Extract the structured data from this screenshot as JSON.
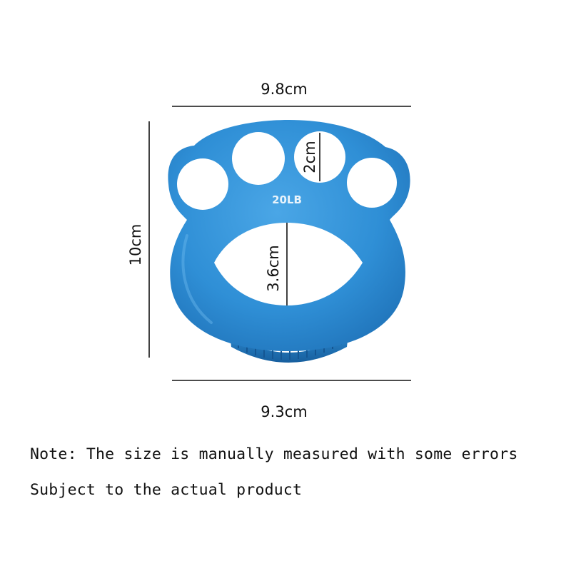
{
  "product": {
    "name": "hand grip strengthener",
    "color": "#2f8fd6",
    "resistance_label": "20LB"
  },
  "dimensions": {
    "top_width": "9.8cm",
    "height": "10cm",
    "bottom_width": "9.3cm",
    "finger_hole": "2cm",
    "palm_hole": "3.6cm"
  },
  "note": {
    "line1": "Note: The size is manually measured with some errors",
    "line2": "Subject to the actual product"
  }
}
